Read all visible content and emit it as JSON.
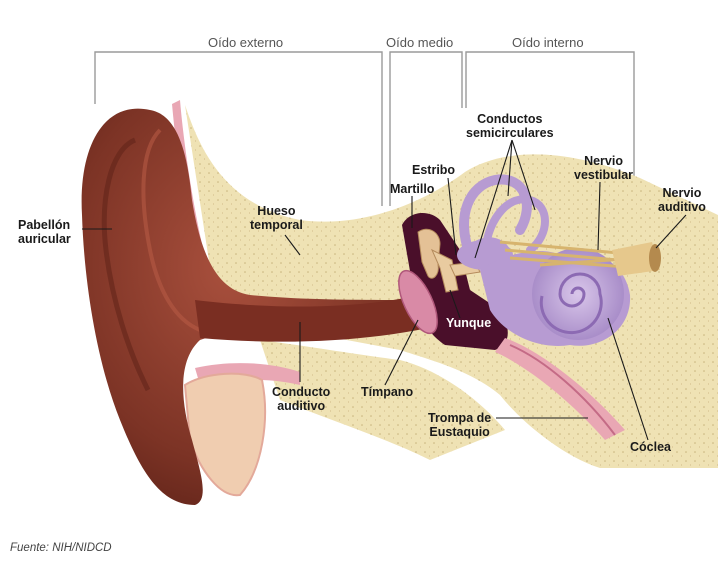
{
  "sections": {
    "outer": "Oído externo",
    "middle": "Oído medio",
    "inner": "Oído interno"
  },
  "labels": {
    "pinna": [
      "Pabellón",
      "auricular"
    ],
    "temporal_bone": [
      "Hueso",
      "temporal"
    ],
    "hammer": "Martillo",
    "stirrup": "Estribo",
    "semicircular_canals": [
      "Conductos",
      "semicirculares"
    ],
    "vestibular_nerve": [
      "Nervio",
      "vestibular"
    ],
    "auditory_nerve": [
      "Nervio",
      "auditivo"
    ],
    "anvil": "Yunque",
    "ear_canal": [
      "Conducto",
      "auditivo"
    ],
    "eardrum": "Tímpano",
    "eustachian_tube": [
      "Trompa de",
      "Eustaquio"
    ],
    "cochlea": "Cóclea"
  },
  "source": "Fuente: NIH/NIDCD",
  "colors": {
    "bone": "#efe2b4",
    "skin": "#8a3b2c",
    "skin_dark": "#5e2218",
    "pink": "#e9a7b4",
    "cavity": "#4a0f2a",
    "inner_ear": "#b79bd2",
    "nerve": "#e6c88c",
    "bracket": "#9a9a9a"
  }
}
